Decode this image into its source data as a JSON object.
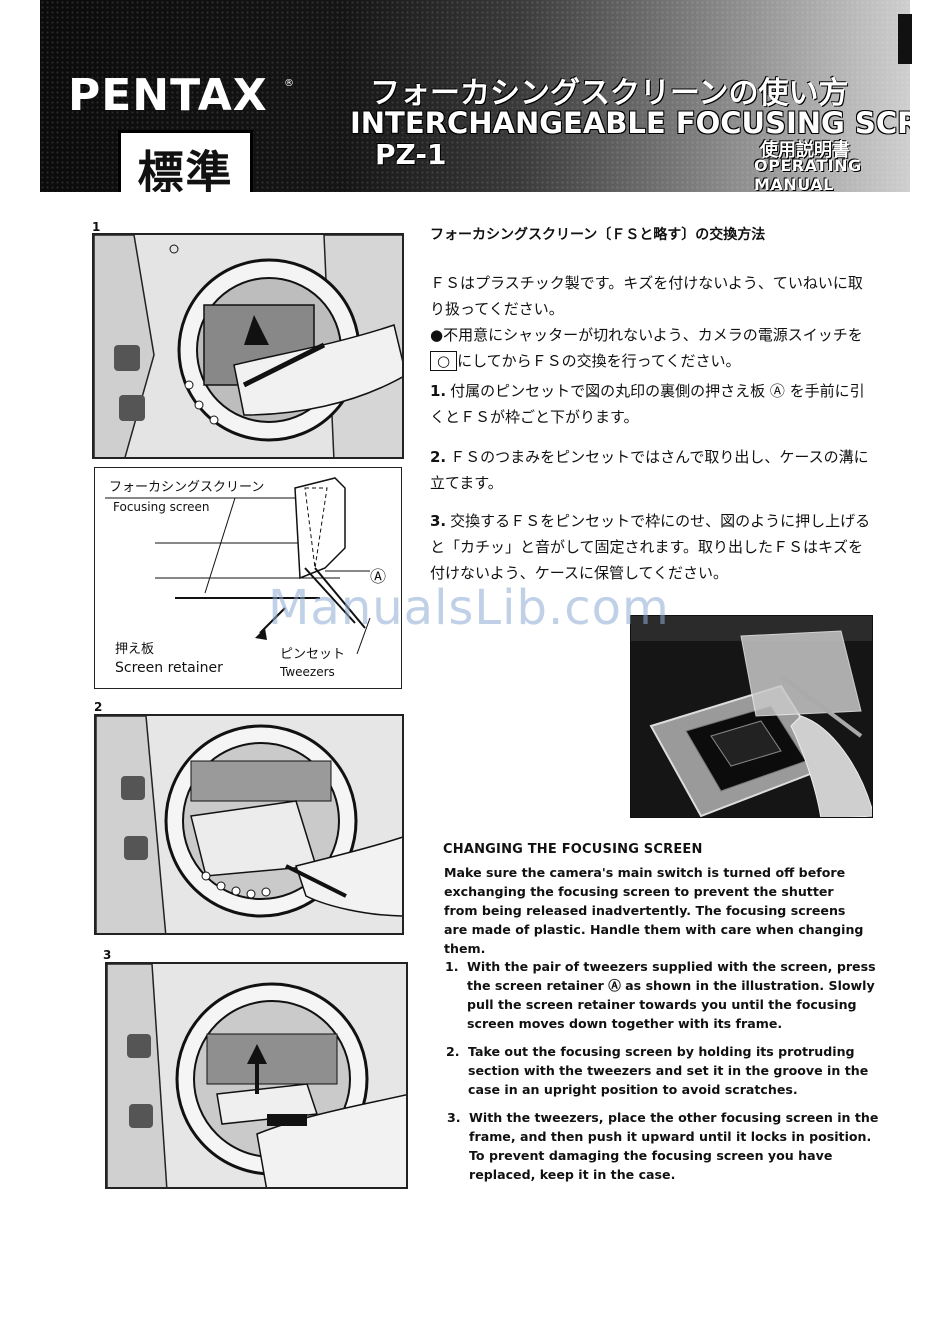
{
  "header": {
    "brand": "PENTAX",
    "brand_mark": "®",
    "stamp": "標準",
    "title_jp": "フォーカシングスクリーンの使い方",
    "title_en": "INTERCHANGEABLE FOCUSING SCREENS",
    "model": "PZ-1",
    "manual_jp": "使用説明書",
    "manual_en": "OPERATING MANUAL"
  },
  "figures": {
    "fig1_num": "1",
    "fig2_num": "2",
    "fig3_num": "3",
    "detail_labels": {
      "focusing_screen_jp": "フォーカシングスクリーン",
      "focusing_screen_en": "Focusing screen",
      "retainer_jp": "押え板",
      "retainer_en": "Screen retainer",
      "tweezers_jp": "ピンセット",
      "tweezers_en": "Tweezers",
      "marker": "Ⓐ"
    }
  },
  "japanese": {
    "title": "フォーカシングスクリーン〔ＦＳと略す〕の交換方法",
    "intro": "ＦＳはプラスチック製です。キズを付けないよう、ていねいに取り扱ってください。",
    "bullet_pre": "●不用意にシャッターが切れないよう、カメラの電源スイッチを",
    "bullet_sym": "○",
    "bullet_post": "にしてからＦＳの交換を行ってください。",
    "step1_num": "1.",
    "step1": "付属のピンセットで図の丸印の裏側の押さえ板 Ⓐ を手前に引くとＦＳが枠ごと下がります。",
    "step2_num": "2.",
    "step2": "ＦＳのつまみをピンセットではさんで取り出し、ケースの溝に立てます。",
    "step3_num": "3.",
    "step3": "交換するＦＳをピンセットで枠にのせ、図のように押し上げると「カチッ」と音がして固定されます。取り出したＦＳはキズを付けないよう、ケースに保管してください。"
  },
  "english": {
    "title": "CHANGING THE FOCUSING SCREEN",
    "intro": "Make sure the camera's main switch is turned off before exchanging the focusing screen to prevent the shutter from being released inadvertently. The focusing screens are made of plastic. Handle them with care when changing them.",
    "step1_num": "1.",
    "step1": "With the pair of tweezers supplied with the screen, press the screen retainer Ⓐ as shown in the illustration. Slowly pull the screen retainer towards you until the focusing screen moves down together with its frame.",
    "step2_num": "2.",
    "step2": "Take out the focusing screen by holding its protruding section with the tweezers and set it in the groove in the case in an upright position to avoid scratches.",
    "step3_num": "3.",
    "step3": "With the tweezers, place the other focusing screen in the frame, and then push it upward until it locks in position. To prevent damaging the focusing screen you have replaced, keep it in the case."
  },
  "watermark": "ManualsLib.com"
}
